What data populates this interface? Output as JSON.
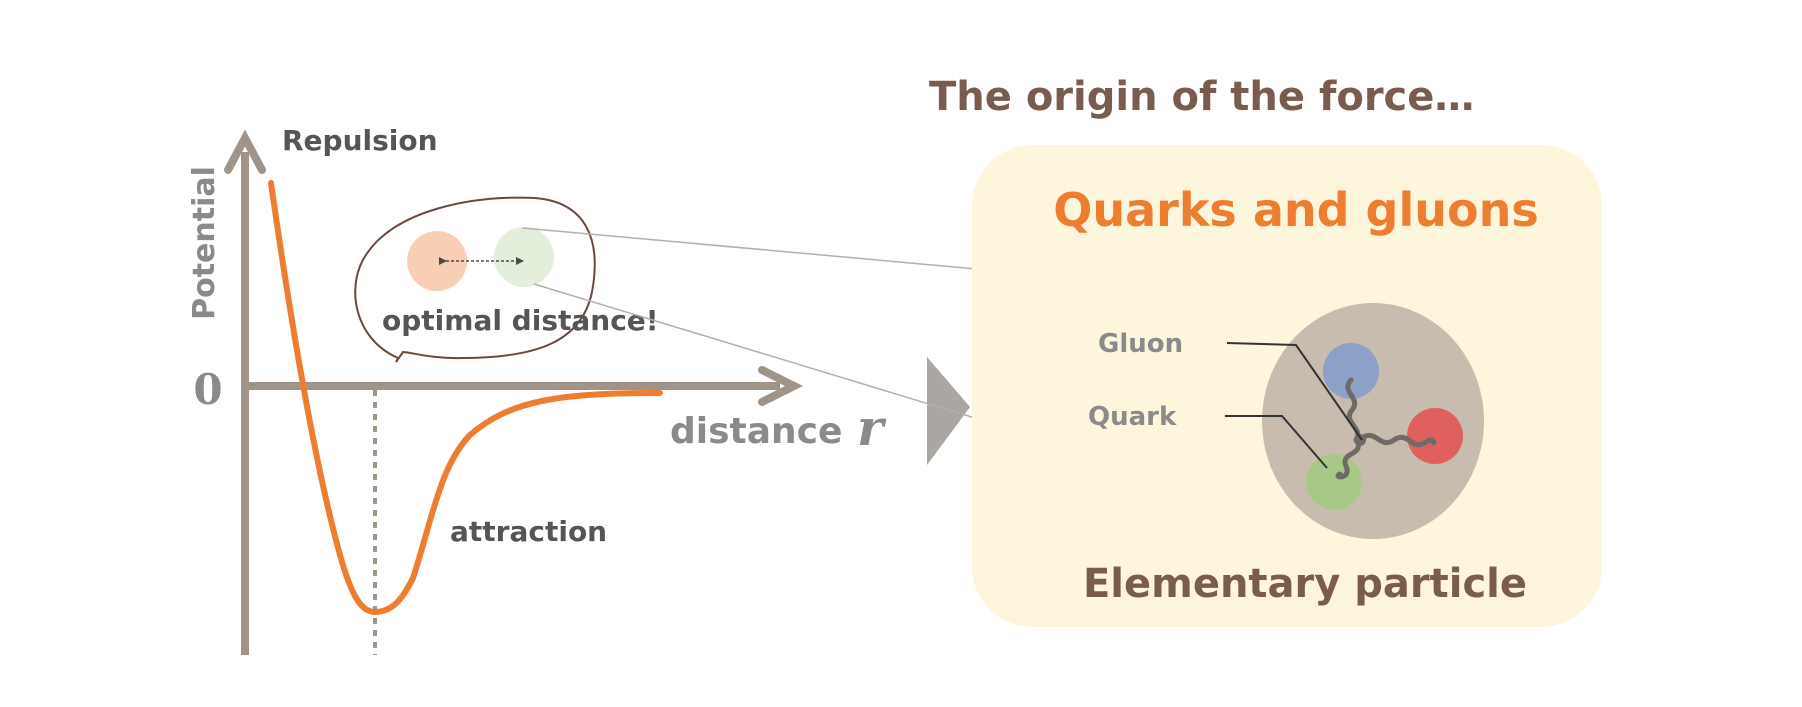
{
  "potential_plot": {
    "y_axis_label": "Potential",
    "zero_label": "0",
    "x_axis_label": "distance",
    "x_axis_symbol": "r",
    "repulsion_label": "Repulsion",
    "attraction_label": "attraction",
    "bubble_label": "optimal distance!"
  },
  "origin_panel": {
    "heading": "The origin of the force…",
    "title": "Quarks and gluons",
    "gluon_label": "Gluon",
    "quark_label": "Quark",
    "footer": "Elementary particle"
  },
  "colors": {
    "axis": "#a09488",
    "curve": "#ed7d31",
    "panel_bg": "#fdf6dc",
    "particle_bg": "#c7bcae",
    "quark_blue": "#8da0c8",
    "quark_red": "#e06060",
    "quark_green": "#a8c888",
    "nucleon_left": "#f8cfb4",
    "nucleon_right": "#e3efda"
  }
}
